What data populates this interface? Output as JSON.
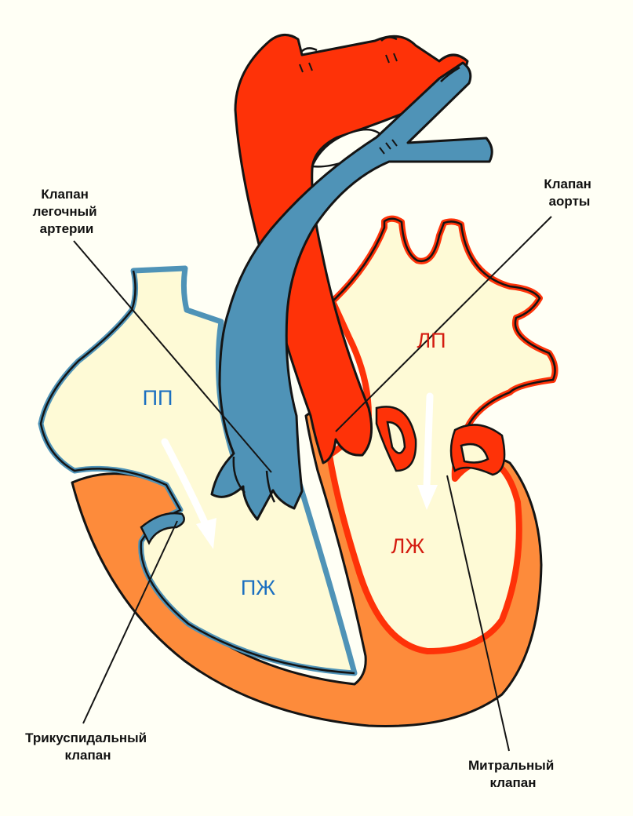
{
  "colors": {
    "background": "#fffff5",
    "interior": "#fefad6",
    "oxygenated": "#fe3208",
    "deoxygenated": "#4f93b7",
    "myocardium": "#fd8b3b",
    "outline": "#141414",
    "right_label": "#1b6fc0",
    "left_label": "#d41c10",
    "arrow": "#ffffff"
  },
  "chambers": {
    "right_atrium": "ПП",
    "right_ventricle": "ПЖ",
    "left_atrium": "ЛП",
    "left_ventricle": "ЛЖ"
  },
  "callouts": {
    "pulmonary_valve": [
      "Клапан",
      "легочный",
      "артерии"
    ],
    "aortic_valve": [
      "Клапан",
      "аорты"
    ],
    "tricuspid_valve": [
      "Трикуспидальный",
      "клапан"
    ],
    "mitral_valve": [
      "Митральный",
      "клапан"
    ]
  },
  "icons": {
    "flow_arrow": "white-arrow-icon"
  }
}
